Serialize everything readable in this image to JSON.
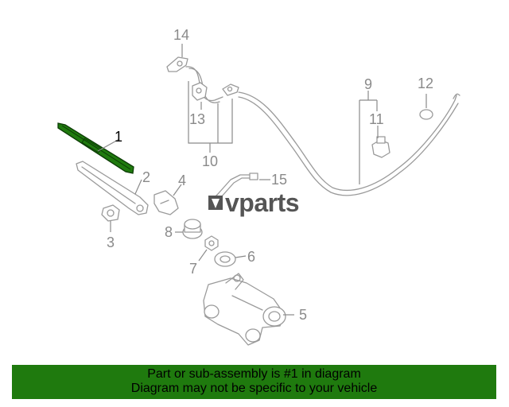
{
  "diagram": {
    "callouts": {
      "c1": "1",
      "c2": "2",
      "c3": "3",
      "c4": "4",
      "c5": "5",
      "c6": "6",
      "c7": "7",
      "c8": "8",
      "c9": "9",
      "c10": "10",
      "c11": "11",
      "c12": "12",
      "c13": "13",
      "c14": "14",
      "c15": "15"
    },
    "highlighted_part": "1",
    "highlight_color": "#1f7a0e",
    "watermark": "vparts"
  },
  "banner": {
    "line1": "Part or sub-assembly is #1 in diagram",
    "line2": "Diagram may not be specific to your vehicle",
    "background": "#1f7a0e"
  }
}
